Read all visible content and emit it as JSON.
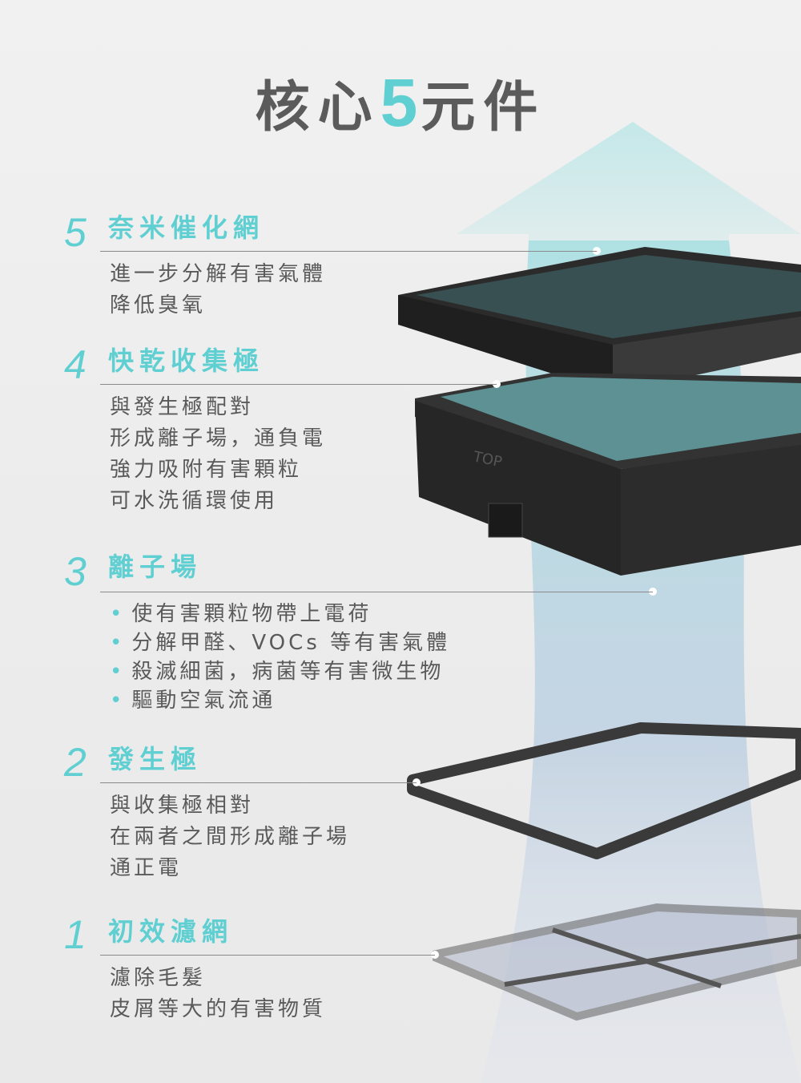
{
  "title": {
    "pre": "核心",
    "num": "5",
    "post": "元件"
  },
  "sections": [
    {
      "num": "5",
      "title": "奈米催化網",
      "lines": [
        "進一步分解有害氣體",
        "降低臭氧"
      ]
    },
    {
      "num": "4",
      "title": "快乾收集極",
      "lines": [
        "與發生極配對",
        "形成離子場，通負電",
        "強力吸附有害顆粒",
        "可水洗循環使用"
      ]
    },
    {
      "num": "3",
      "title": "離子場",
      "lines": [
        "使有害顆粒物帶上電荷",
        "分解甲醛、VOCs 等有害氣體",
        "殺滅細菌，病菌等有害微生物",
        "驅動空氣流通"
      ]
    },
    {
      "num": "2",
      "title": "發生極",
      "lines": [
        "與收集極相對",
        "在兩者之間形成離子場",
        "通正電"
      ]
    },
    {
      "num": "1",
      "title": "初效濾網",
      "lines": [
        "濾除毛髮",
        "皮屑等大的有害物質"
      ]
    }
  ],
  "product_label": "TOP",
  "colors": {
    "accent": "#5fcfd2",
    "text": "#5a5a5a"
  }
}
